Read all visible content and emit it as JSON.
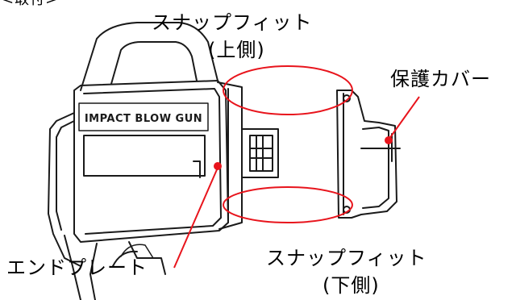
{
  "header_fragment": "<取付>",
  "device_label": "IMPACT BLOW GUN",
  "labels": {
    "snap_fit_upper": "スナップフィット",
    "snap_fit_upper_note": "(上側)",
    "protective_cover": "保護カバー",
    "end_plate": "エンドプレート",
    "snap_fit_lower": "スナップフィット",
    "snap_fit_lower_note": "(下側)"
  },
  "colors": {
    "callout": "#e8141c",
    "line_art": "#1a1a1a",
    "text": "#000000"
  }
}
